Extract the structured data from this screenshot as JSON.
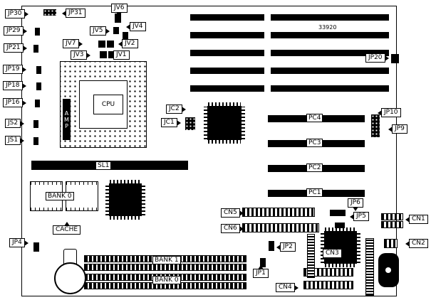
{
  "board": {
    "part_number": "33920",
    "cpu": "CPU",
    "amp": "AMP",
    "slot1": "SL1",
    "cache_bank": "BANK 0",
    "cache": "CACHE",
    "mem_bank1": "BANK 1",
    "mem_bank0": "BANK 0",
    "pci": [
      "PC1",
      "PC2",
      "PC3",
      "PC4"
    ]
  },
  "callouts": {
    "jp30": "JP30",
    "jp31": "JP31",
    "jv6": "JV6",
    "jv5": "JV5",
    "jv4": "JV4",
    "jv7": "JV7",
    "jv2": "JV2",
    "jv3": "JV3",
    "jv1": "JV1",
    "jp29": "JP29",
    "jp21": "JP21",
    "jp19": "JP19",
    "jp18": "JP18",
    "jp16": "JP16",
    "js2": "JS2",
    "js1": "JS1",
    "jp4": "JP4",
    "jc2": "JC2",
    "jc1": "JC1",
    "jp20": "JP20",
    "jp10": "JP10",
    "jp9": "JP9",
    "jp6": "JP6",
    "jp5": "JP5",
    "cn1": "CN1",
    "cn2": "CN2",
    "cn3": "CN3",
    "cn4": "CN4",
    "cn5": "CN5",
    "cn6": "CN6",
    "jp2": "JP2",
    "jp1": "JP1"
  }
}
